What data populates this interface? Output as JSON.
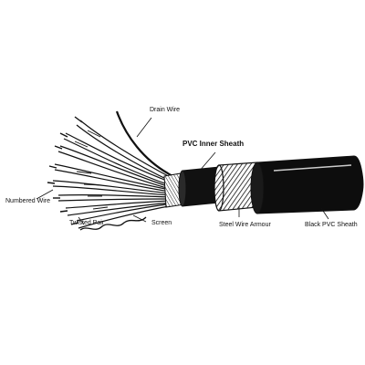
{
  "diagram": {
    "labels": {
      "drain_wire": "Drain Wire",
      "pvc_inner_sheath": "PVC Inner Sheath",
      "numbered_wire": "Numbered Wire",
      "twisted_pair": "Twisted Pair",
      "screen": "Screen",
      "steel_wire_armour": "Steel Wire Armour",
      "black_pvc_sheath": "Black PVC Sheath"
    }
  }
}
